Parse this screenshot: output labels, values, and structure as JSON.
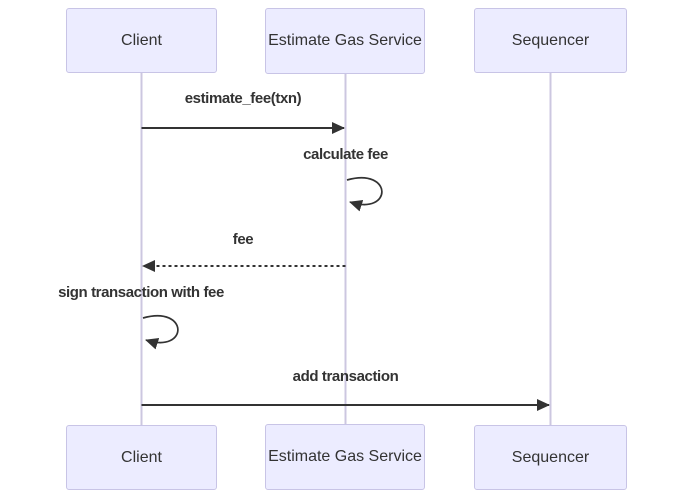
{
  "diagram": {
    "type": "sequence-diagram",
    "participants": [
      {
        "name": "Client"
      },
      {
        "name": "Estimate Gas Service"
      },
      {
        "name": "Sequencer"
      }
    ],
    "messages": [
      {
        "from": "Client",
        "to": "Estimate Gas Service",
        "label": "estimate_fee(txn)",
        "line": "solid",
        "arrow": "filled"
      },
      {
        "from": "Estimate Gas Service",
        "to": "Estimate Gas Service",
        "label": "calculate fee",
        "line": "self-loop",
        "arrow": "filled"
      },
      {
        "from": "Estimate Gas Service",
        "to": "Client",
        "label": "fee",
        "line": "dashed",
        "arrow": "filled"
      },
      {
        "from": "Client",
        "to": "Client",
        "label": "sign transaction with fee",
        "line": "self-loop",
        "arrow": "filled"
      },
      {
        "from": "Client",
        "to": "Sequencer",
        "label": "add transaction",
        "line": "solid",
        "arrow": "filled"
      }
    ],
    "colors": {
      "actor_fill": "#ECECFF",
      "actor_border": "#c8c4e6",
      "lifeline": "#ccc7e0",
      "message_line": "#333333",
      "text": "#333333",
      "background": "#ffffff"
    }
  }
}
